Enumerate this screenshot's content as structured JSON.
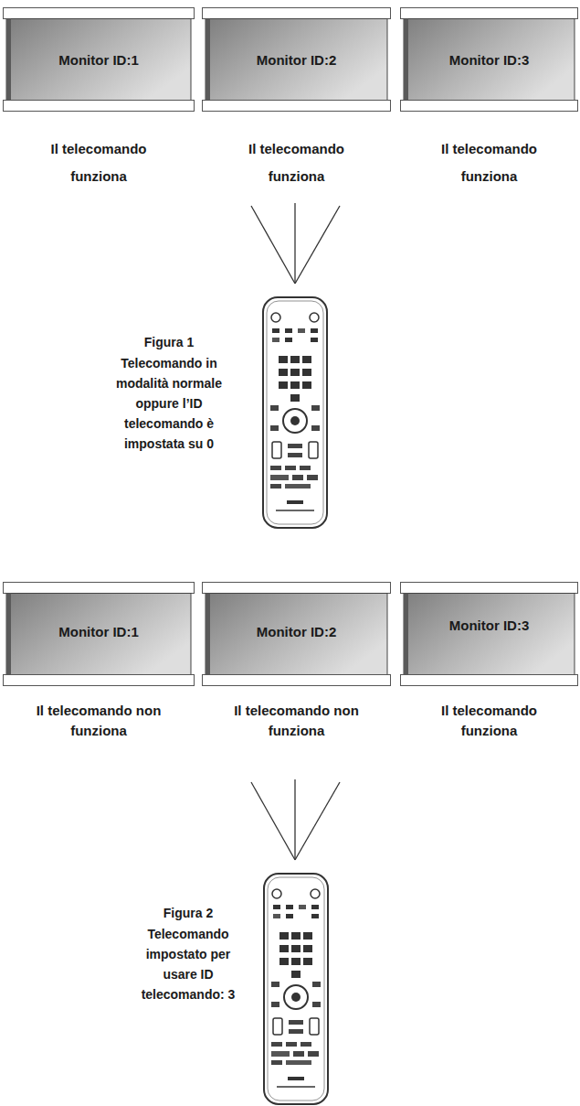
{
  "diagram": {
    "nodes": [
      {
        "text": [
          "Monitor ID:1",
          "Il telecomando funziona"
        ]
      },
      {
        "text": [
          "Monitor ID:2",
          "Il telecomando funziona"
        ]
      },
      {
        "text": [
          "Monitor ID:3",
          "Il telecomando funziona"
        ]
      },
      {
        "text": [
          "Monitor ID:1",
          "Il telecomando non funziona"
        ]
      },
      {
        "text": [
          "Monitor ID:2",
          "Il telecomando non funziona"
        ]
      },
      {
        "text": [
          "Monitor ID:3",
          "Il telecomando funziona"
        ]
      }
    ],
    "labels": [
      "Figura 1",
      "Telecomando in modalità normale oppure l’ID telecomando è impostata su 0",
      "Figura 2",
      "Telecomando impostato per usare ID telecomando: 3"
    ]
  }
}
